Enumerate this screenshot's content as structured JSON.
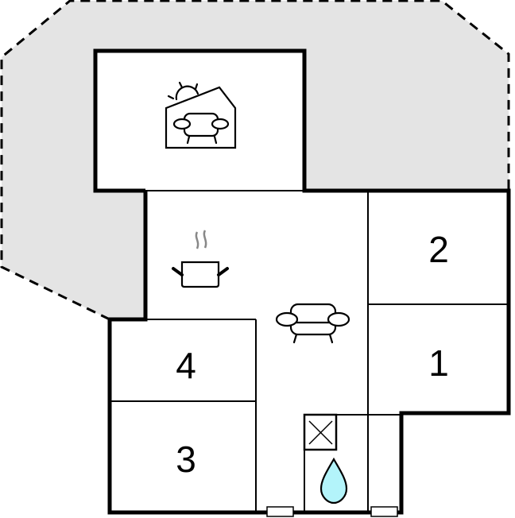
{
  "floorplan": {
    "terrace_fill": "#e4e4e4",
    "wall_color": "#000000",
    "water_color": "#b3f4fa",
    "steam_color": "#888888",
    "rooms": [
      {
        "id": "bedroom-1",
        "label": "1"
      },
      {
        "id": "bedroom-2",
        "label": "2"
      },
      {
        "id": "bedroom-3",
        "label": "3"
      },
      {
        "id": "bedroom-4",
        "label": "4"
      }
    ],
    "icons": {
      "conservatory": "sunroom-icon",
      "kitchen": "cooking-pot-icon",
      "living": "sofa-icon",
      "technical": "utility-box-icon",
      "bathroom": "water-drop-icon"
    }
  }
}
